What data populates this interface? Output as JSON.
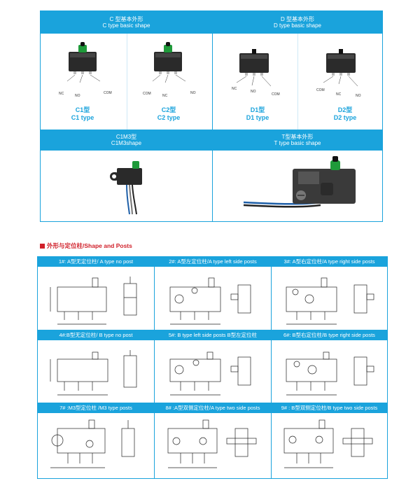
{
  "basic_shapes": {
    "c_header": {
      "cn": "C 型基本外形",
      "en": "C type basic shape"
    },
    "d_header": {
      "cn": "D 型基本外形",
      "en": "D type basic shape"
    },
    "c1m3_header": {
      "cn": "C1M3型",
      "en": "C1M3shape"
    },
    "t_header": {
      "cn": "T型基本外形",
      "en": "T type basic shape"
    },
    "c1": {
      "cn": "C1型",
      "en": "C1 type",
      "pins": [
        "NC",
        "NO",
        "COM"
      ]
    },
    "c2": {
      "cn": "C2型",
      "en": "C2 type",
      "pins": [
        "COM",
        "NC",
        "NO"
      ]
    },
    "d1": {
      "cn": "D1型",
      "en": "D1 type",
      "pins": [
        "NC",
        "NO",
        "COM"
      ]
    },
    "d2": {
      "cn": "D2型",
      "en": "D2 type",
      "pins": [
        "COM",
        "NC",
        "NO"
      ]
    }
  },
  "section_title": "外形与定位柱/Shape and Posts",
  "posts": [
    {
      "label": "1#: A型无定位柱/ A type no post"
    },
    {
      "label": "2#: A型左定位柱/A type left side posts"
    },
    {
      "label": "3#: A型右定位柱/A type right side posts"
    },
    {
      "label": "4#:B型无定位柱/ B type no post"
    },
    {
      "label": "5#: B type left side posts  B型左定位柱"
    },
    {
      "label": "6#: B型右定位柱/B type right side posts"
    },
    {
      "label": "7# :M3型定位柱 /M3 type posts"
    },
    {
      "label": "8# :A型双侧定位柱/A type two side posts"
    },
    {
      "label": "9# : B型双侧定位柱/B type two side posts"
    }
  ],
  "colors": {
    "accent": "#1aa3dc",
    "title_red": "#d0202a"
  }
}
